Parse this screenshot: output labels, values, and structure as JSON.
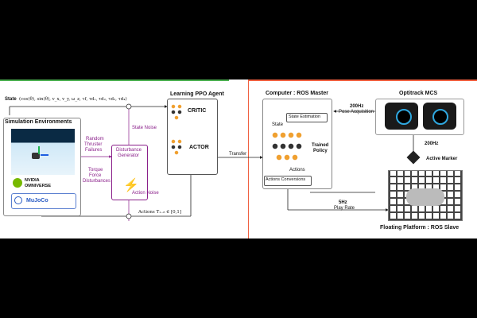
{
  "left_panel": {
    "state_label": "State",
    "state_vector": "(cos(θ), sin(θ), v_x, v_y, ω_z, τf, τd₁, τd₂, τd₃, τd₄)",
    "sim_title": "Simulation Environments",
    "omniverse_label_1": "NVIDIA",
    "omniverse_label_2": "OMNIVERSE",
    "mujoco_label": "MuJoCo",
    "random_failures": [
      "Random",
      "Thruster",
      "Failures"
    ],
    "torque_disturbances": [
      "Torque",
      "Force",
      "Disturbances"
    ],
    "disturbance_generator": [
      "Disturbance",
      "Generator"
    ],
    "state_noise": "State Noise",
    "action_noise": "Action Noise",
    "agent_title": "Learning PPO Agent",
    "critic": "CRITIC",
    "actor": "ACTOR",
    "transfer": "Transfer",
    "actions_label": "Actions T₁₋₈ ∈ [0,1]"
  },
  "right_panel": {
    "computer_title": "Computer : ROS Master",
    "state": "State",
    "state_estimation": "State Estimation",
    "trained_policy": [
      "Trained",
      "Policy"
    ],
    "actions": "Actions",
    "actions_conversions": "Actions Conversions",
    "pose_rate": [
      "200Hz",
      "Pose Acquisition"
    ],
    "mcs_title": "Optitrack MCS",
    "marker_rate": "200Hz",
    "active_marker": "Active Marker",
    "play_rate": [
      "5Hz",
      "Play Rate"
    ],
    "platform_title": "Floating Platform : ROS Slave"
  },
  "colors": {
    "left_accent": "#4caf50",
    "right_accent": "#f06040",
    "noise": "#8a1f8a",
    "node_orange": "#f0a030"
  }
}
